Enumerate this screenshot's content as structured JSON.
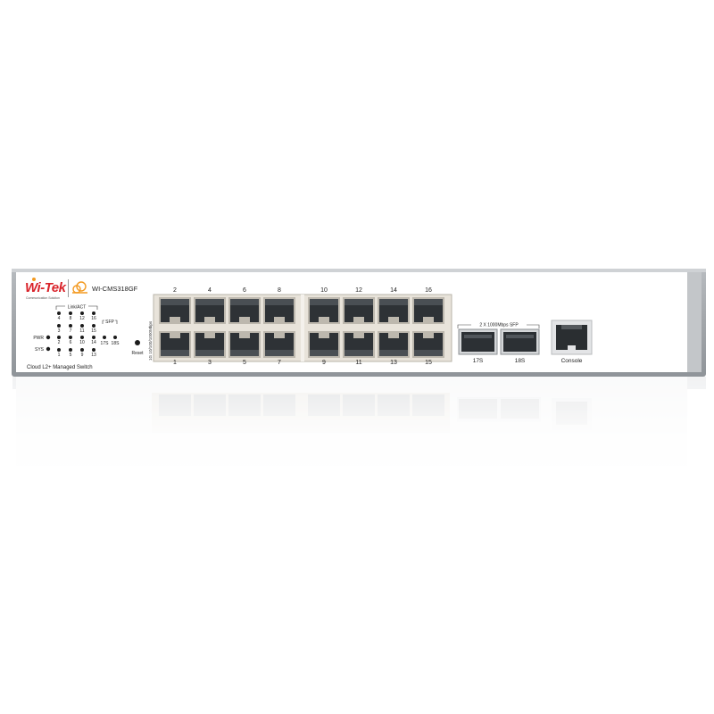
{
  "device": {
    "brand": "Wi-Tek",
    "brand_tagline": "Communication Solution",
    "model": "WI-CMS318GF",
    "description": "Cloud L2+ Managed Switch",
    "colors": {
      "chassis": "#9ea3a8",
      "faceplate": "#ffffff",
      "port_frame": "#e8e3da",
      "port_cavity": "#2e3236",
      "logo_red": "#d9232a",
      "logo_orange": "#f39a21"
    }
  },
  "led_panel": {
    "group_label": "Link/ACT",
    "sfp_label": "SFP",
    "pwr_label": "PWR",
    "sys_label": "SYS",
    "top_row": [
      "4",
      "8",
      "12",
      "16"
    ],
    "upper_mid_row": [
      "3",
      "7",
      "11",
      "15"
    ],
    "lower_mid_row": [
      "2",
      "6",
      "10",
      "14"
    ],
    "bottom_row": [
      "1",
      "5",
      "9",
      "13"
    ],
    "sfp_ports": [
      "17S",
      "18S"
    ]
  },
  "reset_label": "Reset",
  "speed_label": "1G 10/100/1000Mbps",
  "rj45": {
    "top_ports": [
      "2",
      "4",
      "6",
      "8",
      "10",
      "12",
      "14",
      "16"
    ],
    "bottom_ports": [
      "1",
      "3",
      "5",
      "7",
      "9",
      "11",
      "13",
      "15"
    ]
  },
  "sfp": {
    "header": "2 X 1000Mbps SFP",
    "ports": [
      "17S",
      "18S"
    ]
  },
  "console_label": "Console"
}
